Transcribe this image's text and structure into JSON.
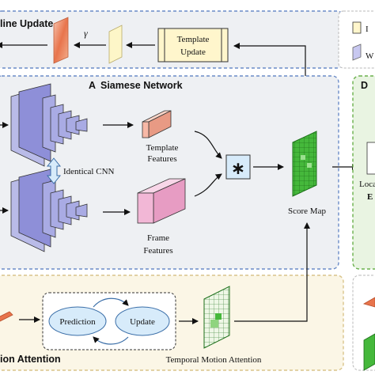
{
  "panels": {
    "online_update": {
      "title": "line Update",
      "gamma": "γ"
    },
    "siamese": {
      "letter": "A",
      "title": "Siamese Network"
    },
    "motion": {
      "title": "ion Attention"
    },
    "right_panel": {
      "letter": "D",
      "text_line1": "Loca",
      "text_line2": "E"
    },
    "legend": {
      "item1": "I",
      "item2": "W"
    }
  },
  "blocks": {
    "template_update": {
      "line1": "Template",
      "line2": "Update"
    },
    "identical_cnn": "Identical CNN",
    "template_features": {
      "line1": "Template",
      "line2": "Features"
    },
    "frame_features": {
      "line1": "Frame",
      "line2": "Features"
    },
    "correlation_symbol": "∗",
    "score_map": "Score Map",
    "prediction": "Prediction",
    "update": "Update",
    "temporal_motion_attention": "Temporal Motion Attention"
  },
  "colors": {
    "panel_fill": "#eef0f3",
    "panel_border": "#6a8bc7",
    "motion_fill": "#fbf6e6",
    "motion_border": "#d9c48a",
    "right_fill": "#e9f4e2",
    "right_border": "#6ab04c",
    "cnn_face": "#8e8fd8",
    "template_feature": "#f7b8a6",
    "frame_feature": "#f2b7d6",
    "score_map": "#45b83b",
    "template_update_fill": "#fff6cc",
    "correlation_fill": "#d7ebfa"
  }
}
